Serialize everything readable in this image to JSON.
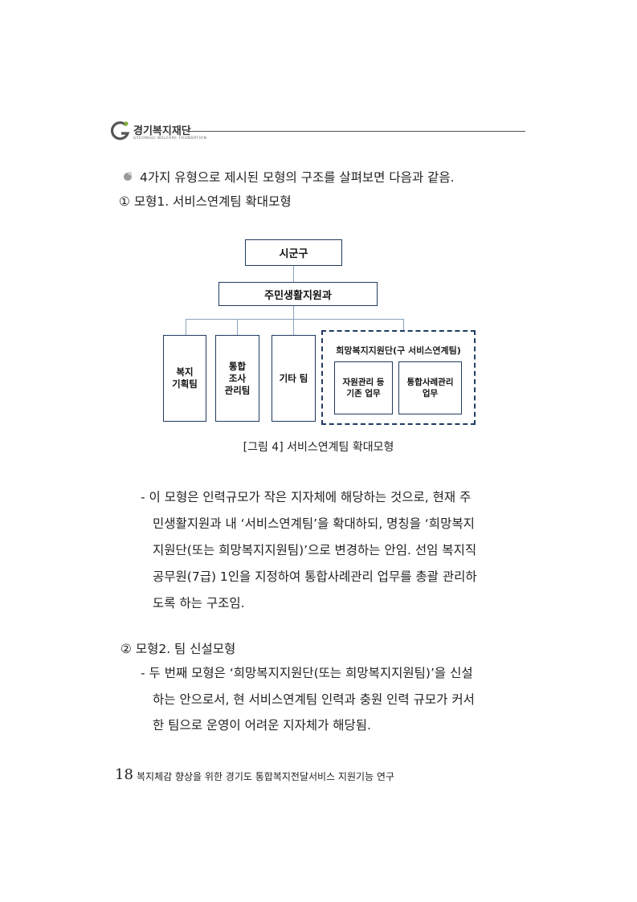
{
  "header": {
    "org_name": "경기복지재단",
    "org_subtitle": "GYEONGGI WELFARE FOUNDATION"
  },
  "body": {
    "intro": "4가지 유형으로 제시된 모형의 구조를 살펴보면 다음과 같음.",
    "model1_heading": "①  모형1. 서비스연계팀 확대모형",
    "model1_desc": [
      "- 이 모형은 인력규모가 작은 지자체에 해당하는 것으로, 현재 주",
      "민생활지원과 내 ‘서비스연계팀’을 확대하되, 명칭을 ‘희망복지",
      "지원단(또는 희망복지지원팀)’으로 변경하는 안임. 선임 복지직",
      "공무원(7급) 1인을 지정하여 통합사례관리 업무를 총괄 관리하",
      "도록 하는 구조임."
    ],
    "model2_heading": "②  모형2. 팀 신설모형",
    "model2_desc": [
      "- 두 번째 모형은 ‘희망복지지원단(또는 희망복지지원팀)’을 신설",
      "하는 안으로서, 현 서비스연계팀 인력과 충원 인력 규모가 커서",
      "한 팀으로 운영이 어려운 지자체가 해당됨."
    ]
  },
  "diagram": {
    "top": "시군구",
    "dept": "주민생활지원과",
    "team1": "복지\n기획팀",
    "team2": "통합\n조사\n관리팀",
    "team3": "기타 팀",
    "group_title": "희망복지지원단(구 서비스연계팀)",
    "sub1": "자원관리 등\n기존 업무",
    "sub2": "통합사례관리\n업무",
    "caption": "[그림 4] 서비스연계팀 확대모형"
  },
  "footer": {
    "page_number": "18",
    "title": "복지체감 향상을 위한 경기도 통합복지전달서비스 지원기능 연구"
  }
}
